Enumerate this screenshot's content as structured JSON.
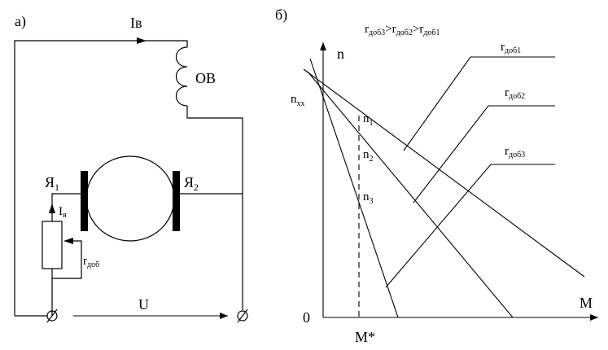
{
  "panel_a": {
    "label": "а)",
    "field_current": "Iв",
    "field_winding": "ОВ",
    "brush_left": "Я",
    "brush_left_sub": "1",
    "brush_right": "Я",
    "brush_right_sub": "2",
    "armature_current": "I",
    "armature_current_sub": "я",
    "resistor": "r",
    "resistor_sub": "доб",
    "voltage": "U"
  },
  "panel_b": {
    "label": "б)",
    "relation": {
      "r": "r",
      "s3": "доб3",
      "s2": "доб2",
      "s1": "доб1",
      "gt": ">"
    },
    "y_axis_label": "n",
    "x_axis_label": "M",
    "origin_label": "0",
    "no_load_label": "n",
    "no_load_sub": "хх",
    "m_star_label": "M*",
    "points": [
      {
        "label": "n",
        "sub": "1"
      },
      {
        "label": "n",
        "sub": "2"
      },
      {
        "label": "n",
        "sub": "3"
      }
    ],
    "leaders": [
      {
        "label": "r",
        "sub": "доб1"
      },
      {
        "label": "r",
        "sub": "доб2"
      },
      {
        "label": "r",
        "sub": "доб3"
      }
    ]
  }
}
